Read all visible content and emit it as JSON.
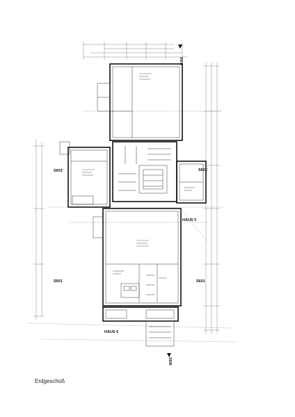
{
  "caption": "Erdgeschoß",
  "plan_labels": {
    "s601_top_left": "S601'",
    "s601_top_right": "S601'",
    "s601_bottom_left": "S601",
    "s601_bottom_right": "S601",
    "haus5": "HAUS 5",
    "haus6": "HAUS 6",
    "section_top": "S606",
    "section_bottom": "S606"
  }
}
